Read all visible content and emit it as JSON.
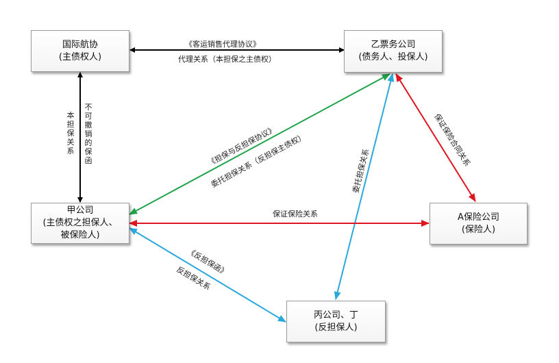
{
  "nodes": {
    "iata": {
      "line1": "国际航协",
      "line2": "(主债权人)"
    },
    "yi": {
      "line1": "乙票务公司",
      "line2": "(债务人、投保人)"
    },
    "jia": {
      "line1": "甲公司",
      "line2": "(主债权之担保人、",
      "line3": "被保险人)"
    },
    "a_ins": {
      "line1": "A保险公司",
      "line2": "(保险人)"
    },
    "bing": {
      "line1": "丙公司、丁",
      "line2": "(反担保人)"
    }
  },
  "edges": {
    "iata_yi": {
      "top": "《客运销售代理协议》",
      "bottom": "代理关系（本担保之主债权）",
      "color": "#000000"
    },
    "iata_jia": {
      "left": "本担保关系",
      "right": "不可撤销的保函",
      "color": "#000000"
    },
    "yi_jia": {
      "upper": "《担保与反担保协议》",
      "lower": "委托担保关系（反担保主债权）",
      "color": "#1fa34a"
    },
    "yi_a": {
      "label": "保证保险合同关系",
      "color": "#e0141e"
    },
    "yi_bing": {
      "label": "委托担保关系",
      "color": "#2aa8dc"
    },
    "jia_a": {
      "label": "保证保险关系",
      "color": "#e0141e"
    },
    "jia_bing": {
      "upper": "《反担保函》",
      "lower": "反担保关系",
      "color": "#2aa8dc"
    }
  }
}
